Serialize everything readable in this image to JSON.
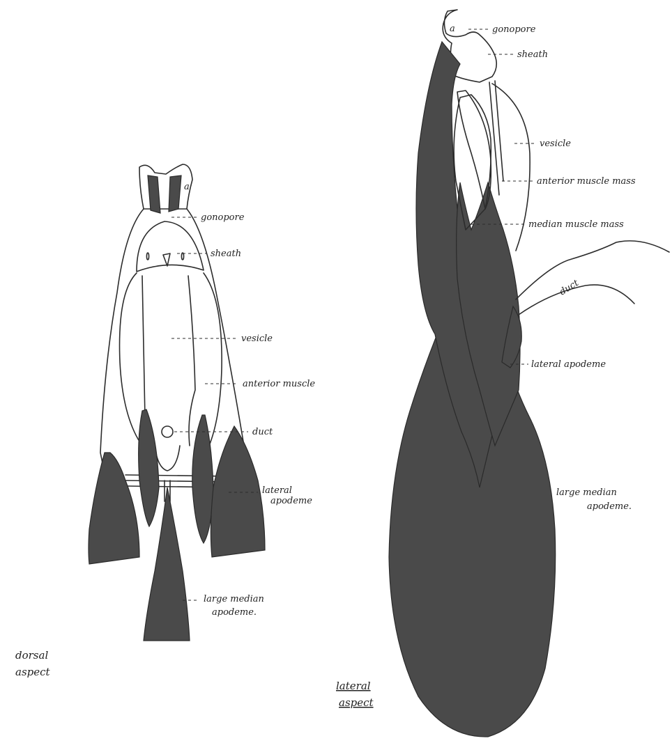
{
  "dorsal": {
    "letter": "a",
    "labels": {
      "gonopore": "gonopore",
      "sheath": "sheath",
      "vesicle": "vesicle",
      "anterior_muscle": "anterior muscle",
      "duct": "duct",
      "lateral_apodeme_1": "lateral",
      "lateral_apodeme_2": "apodeme",
      "large_median_1": "large median",
      "large_median_2": "apodeme."
    },
    "caption_1": "dorsal",
    "caption_2": "aspect"
  },
  "lateral": {
    "letter": "a",
    "labels": {
      "gonopore": "gonopore",
      "sheath": "sheath",
      "vesicle": "vesicle",
      "anterior_muscle_mass": "anterior muscle mass",
      "median_muscle_mass": "median muscle mass",
      "duct": "duct",
      "lateral_apodeme": "lateral apodeme",
      "large_median_1": "large median",
      "large_median_2": "apodeme."
    },
    "caption_1": "lateral",
    "caption_2": "aspect"
  }
}
